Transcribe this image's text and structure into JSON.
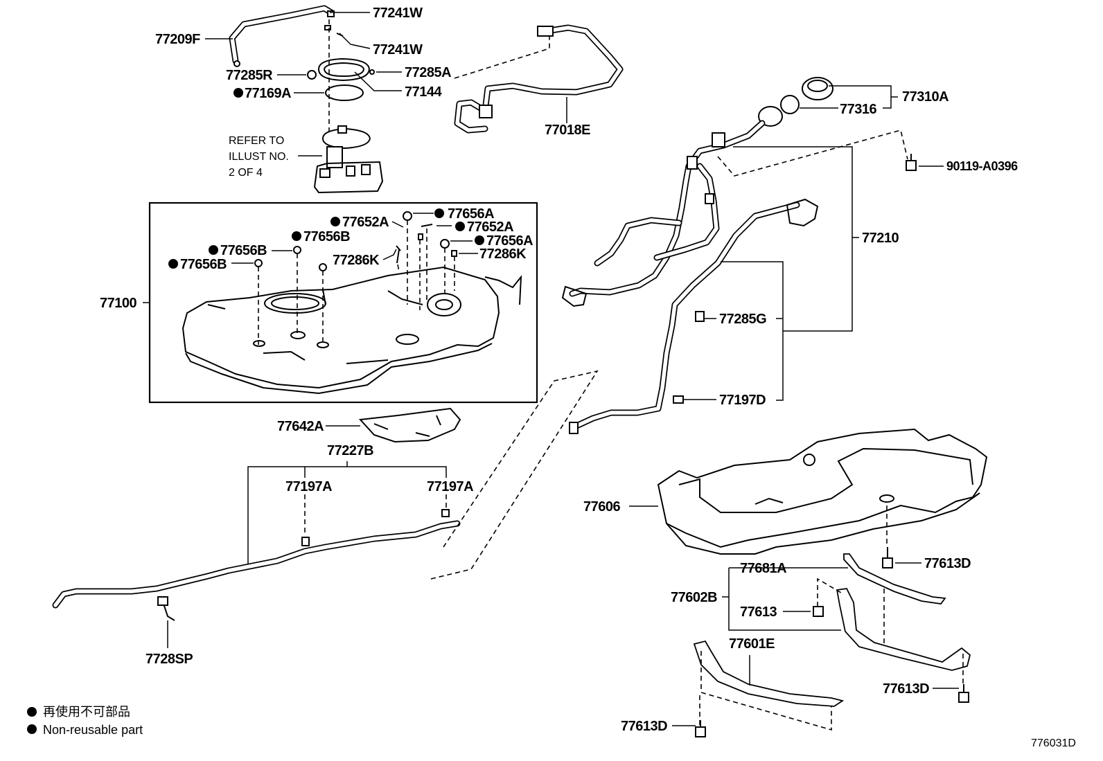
{
  "diagram": {
    "parts": {
      "p77209F": "77209F",
      "p77241W_a": "77241W",
      "p77241W_b": "77241W",
      "p77285R": "77285R",
      "p77285A": "77285A",
      "p77169A": "77169A",
      "p77144": "77144",
      "p77018E": "77018E",
      "p77310A": "77310A",
      "p77316": "77316",
      "p90119": "90119-A0396",
      "p77210": "77210",
      "p77100": "77100",
      "p77656A_a": "77656A",
      "p77652A_a": "77652A",
      "p77652A_b": "77652A",
      "p77656B_a": "77656B",
      "p77656A_b": "77656A",
      "p77656B_b": "77656B",
      "p77286K_a": "77286K",
      "p77286K_b": "77286K",
      "p77656B_c": "77656B",
      "p77285G": "77285G",
      "p77197D": "77197D",
      "p77642A": "77642A",
      "p77227B": "77227B",
      "p77197A_a": "77197A",
      "p77197A_b": "77197A",
      "p7728SP": "7728SP",
      "p77606": "77606",
      "p77613D_a": "77613D",
      "p77681A": "77681A",
      "p77602B": "77602B",
      "p77613": "77613",
      "p77601E": "77601E",
      "p77613D_b": "77613D",
      "p77613D_c": "77613D"
    },
    "refer_note": [
      "REFER TO",
      "ILLUST NO.",
      "2 OF 4"
    ],
    "legend": {
      "japanese": "再使用不可部品",
      "english": "Non-reusable part"
    },
    "illustration_id": "776031D"
  }
}
